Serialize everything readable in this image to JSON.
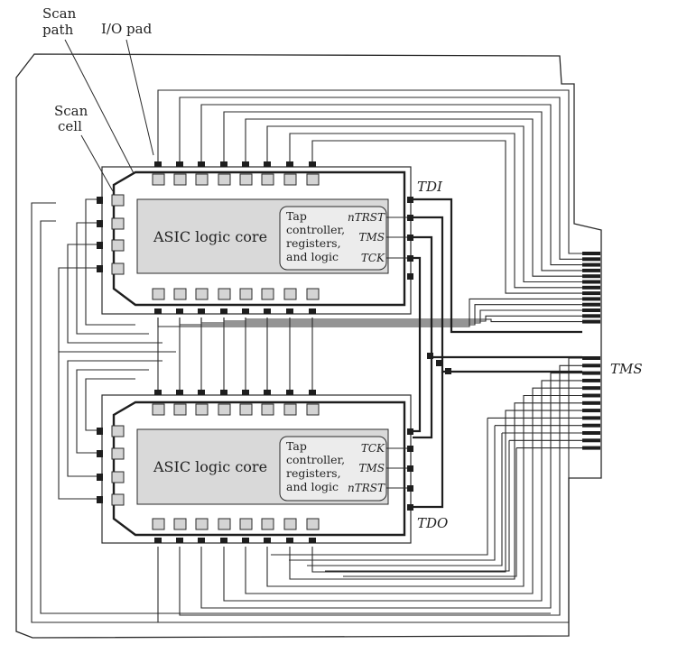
{
  "annotations": {
    "scan_path": [
      "Scan",
      "path"
    ],
    "io_pad": "I/O pad",
    "scan_cell": [
      "Scan",
      "cell"
    ]
  },
  "chips": [
    {
      "core_label": "ASIC logic core",
      "tap_lines": [
        "Tap",
        "controller,",
        "registers,",
        "and logic"
      ],
      "signals": [
        "nTRST",
        "TMS",
        "TCK"
      ]
    },
    {
      "core_label": "ASIC logic core",
      "tap_lines": [
        "Tap",
        "controller,",
        "registers,",
        "and logic"
      ],
      "signals": [
        "TCK",
        "TMS",
        "nTRST"
      ]
    }
  ],
  "board_signals": {
    "tdi": "TDI",
    "tdo": "TDO",
    "tms": "TMS"
  },
  "colors": {
    "line": "#2a2a2a",
    "pad": "#1e1e1e",
    "cell": "#d4d4d4",
    "core": "#d9d9d9",
    "tap": "#ececec"
  }
}
